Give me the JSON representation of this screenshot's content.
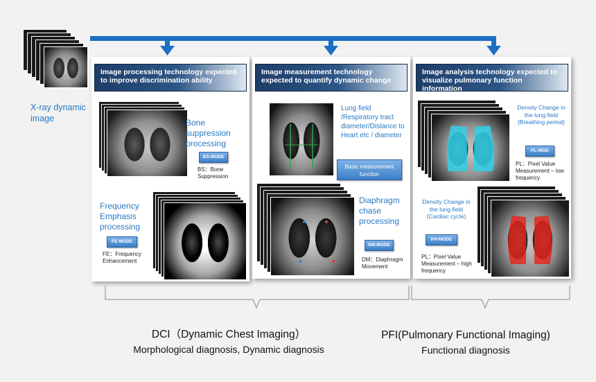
{
  "source": {
    "label": "X-ray dynamic image"
  },
  "panels": [
    {
      "title": "Image processing technology expected to improve discrimination ability",
      "bone": {
        "label": "Bone suppression processing",
        "button": "BS-MODE",
        "note": "BS：Bone Suppression"
      },
      "freq": {
        "label": "Frequency Emphasis processing",
        "button": "FE-MODE",
        "note": "FE：Frequency Enhancement"
      }
    },
    {
      "title": "Image measurement technology expected to quantify dynamic change",
      "lung": {
        "label": "Lung field /Respiratory tract diameter/Distance to Heart etc / diameter",
        "button": "Basic measurement function"
      },
      "dia": {
        "label": "Diaphragm chase processing",
        "button": "DM-MODE",
        "note": "DM：Diaphragm Movement"
      }
    },
    {
      "title": "Image analysis technology expected to visualize pulmonary function information",
      "breath": {
        "label": "Density Change in the lung field (Breathing period)",
        "button": "PL-MOD",
        "note": "PL：Pixel Value Measurement – low frequency"
      },
      "cardiac": {
        "label": "Density Change in the lung field (Cardiac cycle)",
        "button": "PH-MODE",
        "note": "PL：Pixel Value Measurement – high frequency"
      }
    }
  ],
  "bottom": {
    "dci_title": "DCI（Dynamic Chest Imaging）",
    "dci_sub": "Morphological diagnosis, Dynamic diagnosis",
    "pfi_title": "PFI(Pulmonary Functional Imaging)",
    "pfi_sub": "Functional diagnosis"
  },
  "colors": {
    "arrow": "#1d6fc6",
    "accent_text": "#2a78c4",
    "title_bar": "#1e3d67",
    "cyan_overlay": "#2fd0e6",
    "red_overlay": "#e8221a"
  }
}
